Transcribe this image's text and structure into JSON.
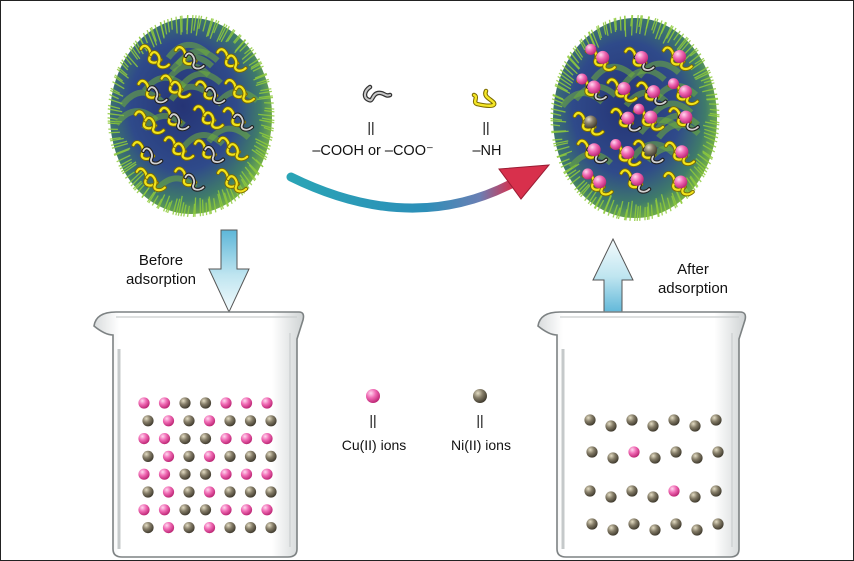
{
  "labels": {
    "before": [
      "Before",
      "adsorption"
    ],
    "after": [
      "After",
      "adsorption"
    ],
    "carboxyl": "–COOH or –COO⁻",
    "amine": "–NH",
    "eq": "||",
    "cu_ions": "Cu(II) ions",
    "ni_ions": "Ni(II) ions"
  },
  "colors": {
    "cu_ion": "#ee4fa8",
    "ni_ion": "#6d6757",
    "sphere_core": "#2d3e8a",
    "sphere_edge": "#7cbd37",
    "amine_chain": "#f2e41b",
    "carboxyl_chain": "#8c8c8c",
    "arrow_teal": "#2ba5b5",
    "arrow_red": "#d8304c",
    "arrow_down_fill": "#b9e3ee"
  },
  "icons": {
    "adsorbent_before": "adsorbent-sphere-icon",
    "adsorbent_after": "loaded-adsorbent-sphere-icon",
    "beaker_before": "beaker-icon",
    "beaker_after": "beaker-icon",
    "cu_ion": "cu-ion-sphere-icon",
    "ni_ion": "ni-ion-sphere-icon",
    "carboxyl_group": "carboxyl-chain-icon",
    "amine_group": "amine-chain-icon"
  }
}
